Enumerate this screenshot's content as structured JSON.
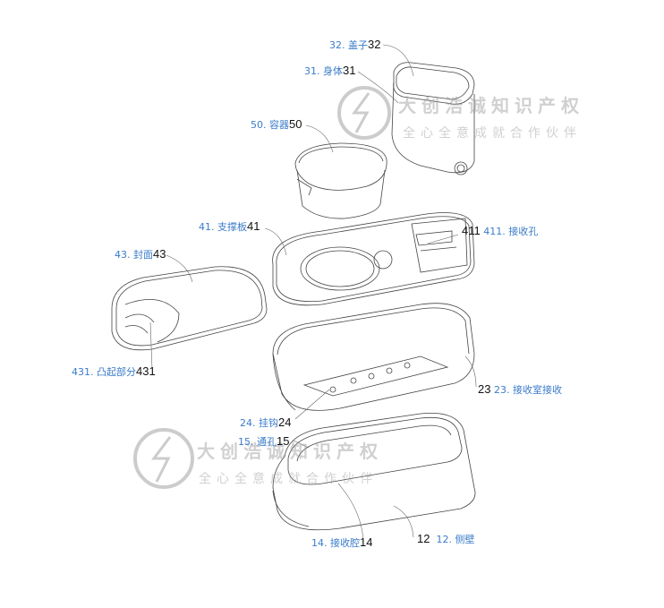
{
  "labels": {
    "lid": {
      "text": "32. 盖子",
      "num": "32"
    },
    "body": {
      "text": "31. 身体",
      "num": "31"
    },
    "container": {
      "text": "50. 容器",
      "num": "50"
    },
    "support_plate": {
      "text": "41. 支撑板",
      "num": "41"
    },
    "receiving_hole": {
      "text": "411. 接收孔",
      "num": "411"
    },
    "cover": {
      "text": "43. 封面",
      "num": "43"
    },
    "raised_part": {
      "text": "431. 凸起部分",
      "num": "431"
    },
    "receiving_chamber": {
      "text": "23. 接收室接收",
      "num": "23"
    },
    "hook": {
      "text": "24. 挂钩",
      "num": "24"
    },
    "through_hole": {
      "text": "15. 通孔",
      "num": "15"
    },
    "receiving_cavity": {
      "text": "14. 接收腔",
      "num": "14"
    },
    "side_wall": {
      "text": "12. 侧壁",
      "num": "12"
    }
  },
  "watermark": {
    "name": "大创浩诚知识产权",
    "slogan": "全心全意成就合作伙伴"
  }
}
